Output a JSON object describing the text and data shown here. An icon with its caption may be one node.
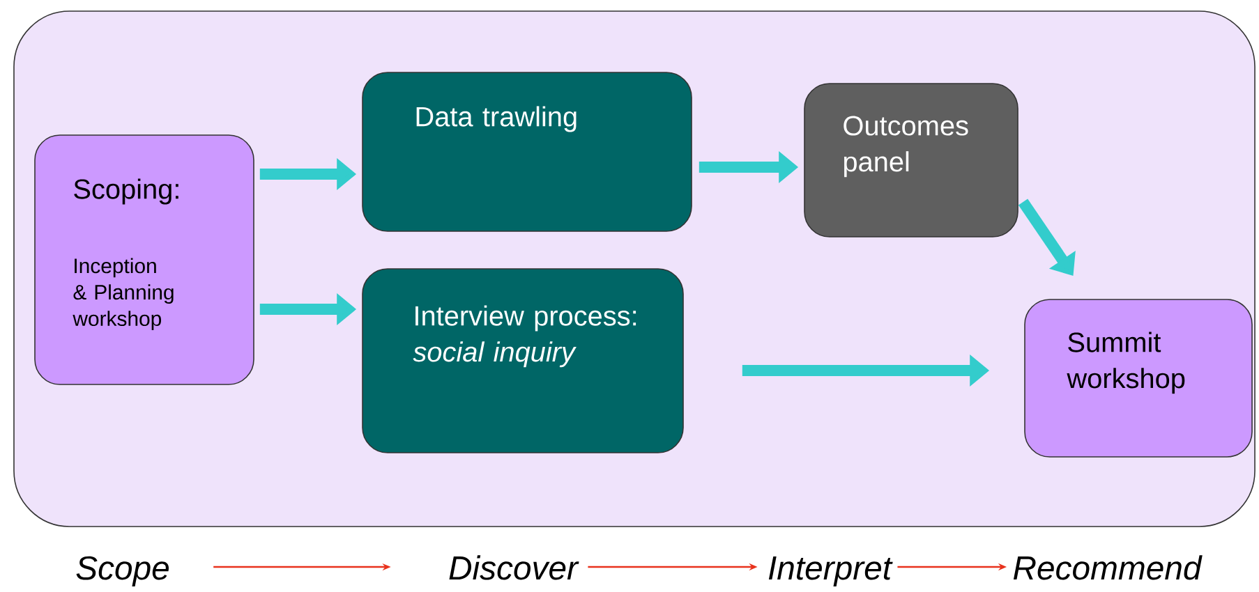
{
  "diagram": {
    "nodes": [
      {
        "text": [],
        "shape": "box"
      },
      {
        "text": [
          "Scoping:",
          "Inception & Planning workshop"
        ],
        "in": 0
      },
      {
        "text": [
          "Data trawling"
        ],
        "in": 0
      },
      {
        "text": [
          "Interview process: *social inquiry*"
        ],
        "in": 0
      },
      {
        "text": [
          "Outcomes panel"
        ],
        "in": 0
      },
      {
        "text": [
          "Summit workshop"
        ],
        "in": 0
      },
      {
        "text": [
          "Scope"
        ]
      },
      {
        "text": [
          "Discover"
        ]
      },
      {
        "text": [
          "Interpret"
        ]
      },
      {
        "text": [
          "Recommend"
        ]
      }
    ],
    "edges": [
      {
        "from": 1,
        "to": 2,
        "arrow": "to"
      },
      {
        "from": 1,
        "to": 3,
        "arrow": "to"
      },
      {
        "from": 2,
        "to": 4,
        "arrow": "to"
      },
      {
        "from": 4,
        "to": 5,
        "arrow": "to"
      },
      {
        "from": 3,
        "to": 5,
        "arrow": "to"
      },
      {
        "from": 6,
        "to": 7,
        "arrow": "to",
        "color": "#e8321c"
      },
      {
        "from": 7,
        "to": 8,
        "arrow": "to",
        "color": "#e8321c"
      },
      {
        "from": 8,
        "to": 9,
        "arrow": "to",
        "color": "#e8321c"
      }
    ]
  }
}
